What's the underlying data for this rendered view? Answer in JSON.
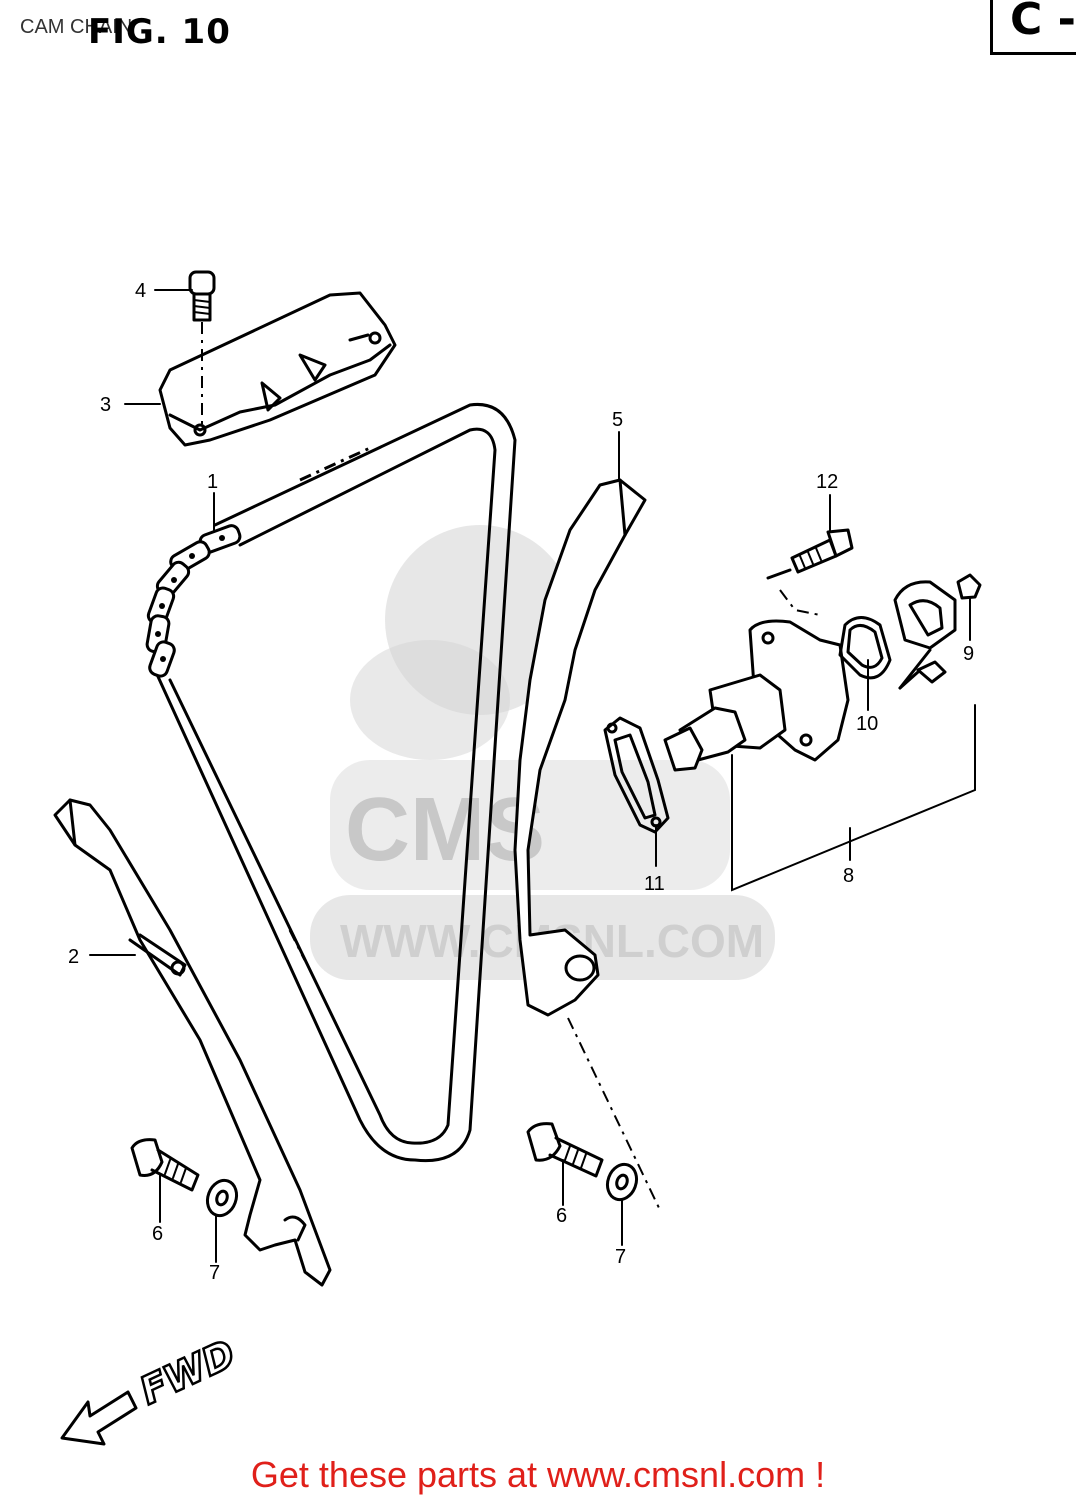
{
  "header": {
    "breadcrumb": "CAM CHAIN",
    "figure_title": "FIG. 10",
    "section_code": "C -"
  },
  "watermark": {
    "text": "WWW.CMSNL.COM",
    "logo_letters": "CMS"
  },
  "callouts": [
    {
      "id": "1",
      "label": "1"
    },
    {
      "id": "2",
      "label": "2"
    },
    {
      "id": "3",
      "label": "3"
    },
    {
      "id": "4",
      "label": "4"
    },
    {
      "id": "5",
      "label": "5"
    },
    {
      "id": "6a",
      "label": "6"
    },
    {
      "id": "6b",
      "label": "6"
    },
    {
      "id": "7a",
      "label": "7"
    },
    {
      "id": "7b",
      "label": "7"
    },
    {
      "id": "8",
      "label": "8"
    },
    {
      "id": "9",
      "label": "9"
    },
    {
      "id": "10",
      "label": "10"
    },
    {
      "id": "11",
      "label": "11"
    },
    {
      "id": "12",
      "label": "12"
    }
  ],
  "direction_indicator": {
    "label": "FWD"
  },
  "footer": {
    "promo": "Get these parts at www.cmsnl.com !"
  }
}
